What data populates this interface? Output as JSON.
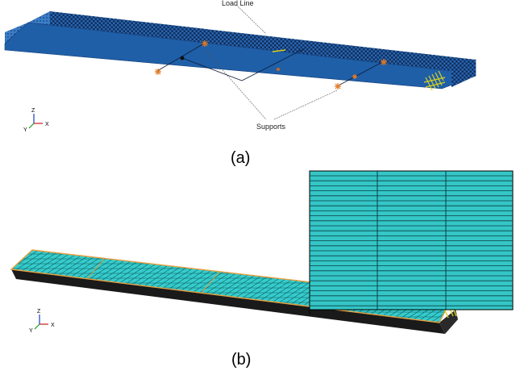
{
  "figure": {
    "panel_a": {
      "caption": "(a)",
      "load_label": "Load Line",
      "supports_label": "Supports",
      "axes": {
        "z": "Z",
        "x": "X",
        "y": "Y"
      }
    },
    "panel_b": {
      "caption": "(b)",
      "axes": {
        "z": "Z",
        "x": "X",
        "y": "Y"
      }
    }
  },
  "colors": {
    "beam_blue": "#1f5fa8",
    "beam_edge": "#123e78",
    "support_orange": "#e07a24",
    "load_yellow": "#d8d020",
    "mesh_cyan": "#33c9c9",
    "mesh_line": "#0c4f55",
    "mesh_border_orange": "#e8a040",
    "slab_dark": "#1a1a1a"
  }
}
